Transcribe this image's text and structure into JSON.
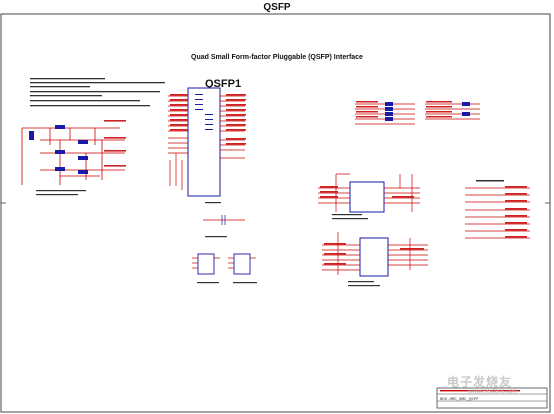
{
  "page_title": "QSFP",
  "interface_title": "Quad Small Form-factor Pluggable (QSFP) Interface",
  "connector_label": "QSFP1",
  "watermark": "电子发烧友",
  "watermark_url": "www.elecfans.com",
  "title_block_code": "BDX-HMC_BMC_QSFP",
  "colors": {
    "wire": "#cc0000",
    "component": "#1a1aa8",
    "text": "#222222",
    "border": "#444444",
    "net": "#cc2222"
  }
}
